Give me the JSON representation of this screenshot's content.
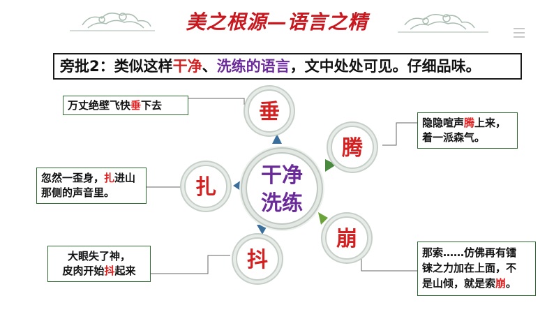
{
  "title": "美之根源—语言之精",
  "note": {
    "prefix": "旁批2：类似这样",
    "hl1": "干净",
    "sep": "、",
    "hl2": "洗练的语言",
    "suffix": "，文中处处可见。仔细品味。"
  },
  "center": {
    "line1": "干净",
    "line2": "洗练"
  },
  "nodes": {
    "chui": "垂",
    "teng": "腾",
    "zha": "扎",
    "dou": "抖",
    "beng": "崩"
  },
  "boxes": {
    "chui": {
      "pre": "万丈绝壁飞快",
      "hl": "垂",
      "post": "下去"
    },
    "teng": {
      "l1_pre": "隐隐喧声",
      "hl": "腾",
      "l1_post": "上来，",
      "l2": "着一派森气。"
    },
    "zha": {
      "l1_pre": "忽然一歪身，",
      "hl": "扎",
      "l1_post": "进山",
      "l2": "那侧的声音里。"
    },
    "dou": {
      "l1": "大眼失了神，",
      "l2_pre": "皮肉开始",
      "hl": "抖",
      "l2_post": "起来"
    },
    "beng": {
      "l1": "那索……仿佛再有镭",
      "l2": "铼之力加在上面，不",
      "l3_pre": "是山倾，就是索",
      "hl": "崩",
      "l3_post": "。"
    }
  },
  "colors": {
    "red": "#d42020",
    "purple": "#6a2a9a",
    "title_red": "#c8171e",
    "box_border": "#2d6b30"
  }
}
